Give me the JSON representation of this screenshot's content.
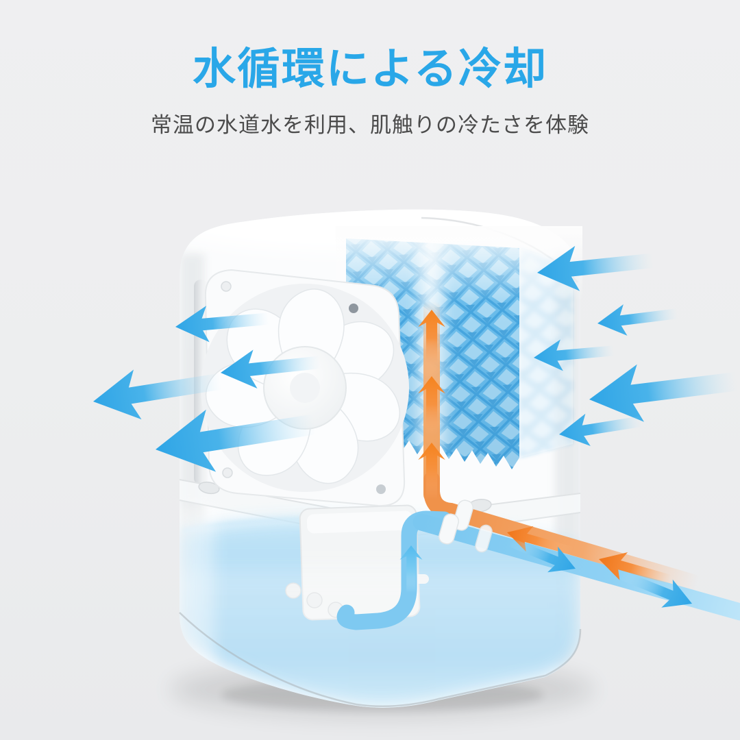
{
  "header": {
    "title": "水循環による冷却",
    "subtitle": "常温の水道水を利用、肌触りの冷たさを体験"
  },
  "colors": {
    "background": "#EDEEEF",
    "title_text": "#29A7E8",
    "subtitle_text": "#4B4B4B",
    "airflow_arrow_blue": "#41B0E8",
    "warm_flow_orange": "#F5821F",
    "cooling_pad_blue": "#5CB5E9",
    "water_blue": "#A6D7F2",
    "tube_blue": "#7EC9F1",
    "tube_orange": "#F29A55",
    "device_body": "#FFFFFF"
  },
  "illustration": {
    "components": [
      "fan-icon",
      "cooling-pad-icon",
      "water-tank-icon",
      "pump-icon",
      "cold-water-tube-icon",
      "warm-water-tube-icon"
    ],
    "intake_arrow_count": 5,
    "exhaust_arrow_count": 4,
    "pad_updraft_arrow_count": 3,
    "tube_arrow_count": {
      "warm": 2,
      "cold": 3
    }
  }
}
